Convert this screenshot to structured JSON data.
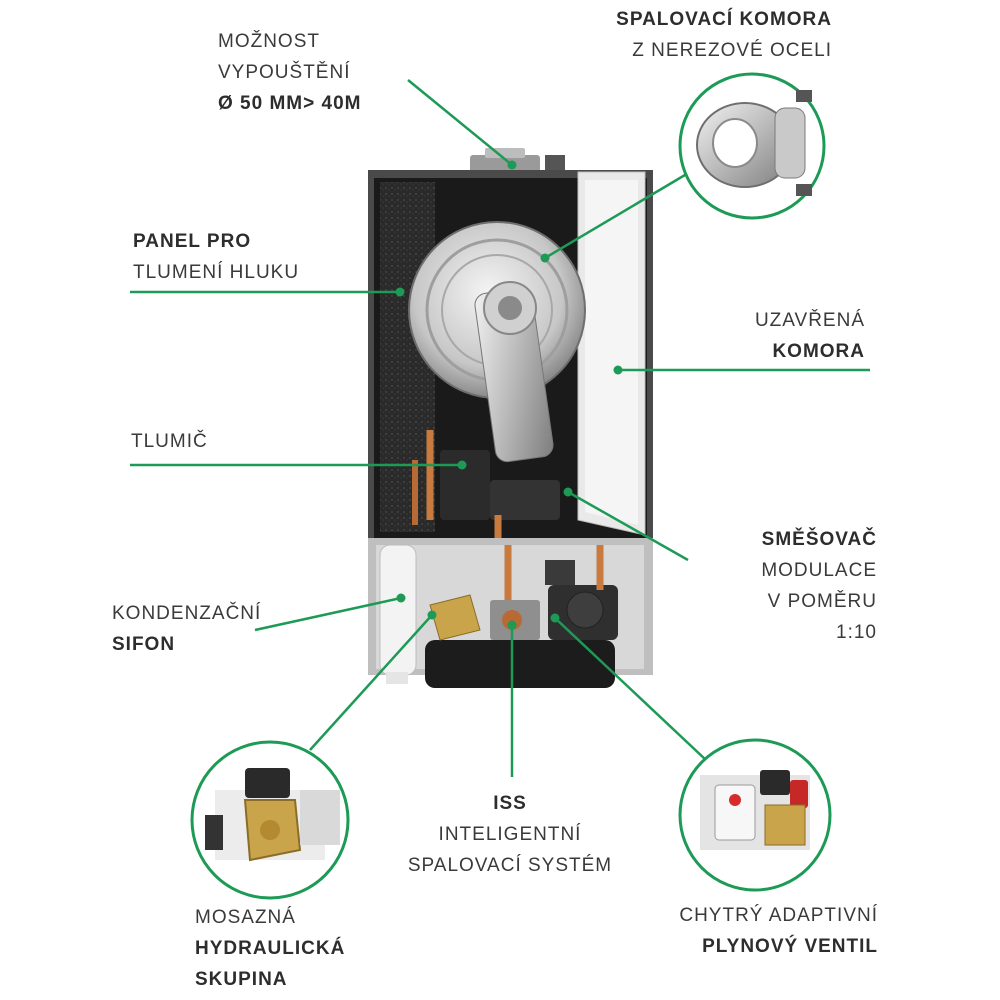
{
  "colors": {
    "accent": "#1d9a55",
    "text": "#3a3a3a"
  },
  "callouts": {
    "vypousteni": {
      "line1": "MOŽNOST",
      "line2": "VYPOUŠTĚNÍ",
      "line3": "Ø 50 MM> 40M"
    },
    "komora_nerez": {
      "line1": "SPALOVACÍ KOMORA",
      "line2": "Z NEREZOVÉ OCELI"
    },
    "panel": {
      "line1": "PANEL PRO",
      "line2": "TLUMENÍ HLUKU"
    },
    "uzavrena": {
      "line1": "UZAVŘENÁ",
      "line2": "KOMORA"
    },
    "tlumic": {
      "line1": "TLUMIČ"
    },
    "smesovac": {
      "line1": "SMĚŠOVAČ",
      "line2": "MODULACE",
      "line3": "V POMĚRU",
      "line4": "1:10"
    },
    "sifon": {
      "line1": "KONDENZAČNÍ",
      "line2": "SIFON"
    },
    "iss": {
      "line1": "ISS",
      "line2": "INTELIGENTNÍ",
      "line3": "SPALOVACÍ SYSTÉM"
    },
    "hydraulicka": {
      "line1": "MOSAZNÁ",
      "line2": "HYDRAULICKÁ",
      "line3": "SKUPINA"
    },
    "ventil": {
      "line1": "CHYTRÝ ADAPTIVNÍ",
      "line2": "PLYNOVÝ VENTIL"
    }
  }
}
